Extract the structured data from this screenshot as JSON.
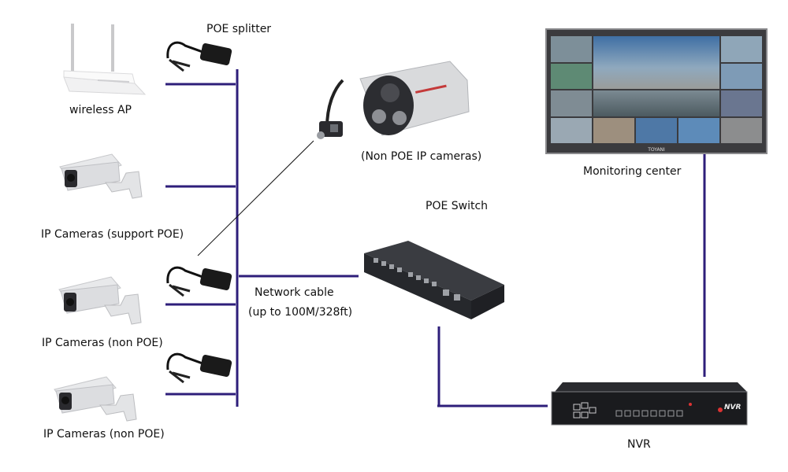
{
  "colors": {
    "cable": "#2e1e7a",
    "device_dark": "#2b2d31",
    "camera_body": "#e4e5e7",
    "background": "#ffffff"
  },
  "labels": {
    "poe_splitter": "POE splitter",
    "wireless_ap": "wireless AP",
    "ip_cam_poe": "IP Cameras (support POE)",
    "ip_cam_non_poe_1": "IP Cameras (non POE)",
    "ip_cam_non_poe_2": "IP Cameras (non POE)",
    "non_poe_ip_cam": "(Non POE IP cameras)",
    "poe_switch": "POE Switch",
    "network_cable_1": "Network cable",
    "network_cable_2": "(up to 100M/328ft)",
    "monitoring_center": "Monitoring center",
    "nvr": "NVR",
    "nvr_brand": "NVR",
    "monitor_brand": "TOYANI"
  },
  "icons": {
    "router": "wireless-router-icon",
    "splitter": "poe-splitter-icon",
    "bullet_camera": "bullet-camera-icon",
    "switch": "network-switch-icon",
    "monitor_wall": "video-wall-icon",
    "nvr": "nvr-recorder-icon"
  }
}
